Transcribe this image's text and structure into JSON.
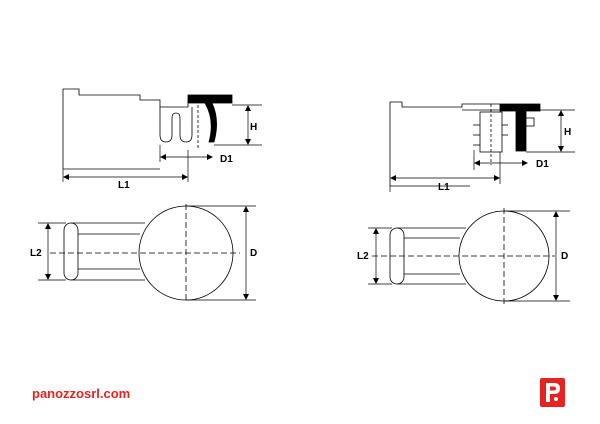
{
  "left_view": {
    "label_H": "H",
    "label_D1": "D1",
    "label_L1": "L1",
    "label_L2": "L2",
    "label_D": "D"
  },
  "right_view": {
    "label_H": "H",
    "label_D1": "D1",
    "label_L1": "L1",
    "label_L2": "L2",
    "label_D": "D"
  },
  "footer": {
    "website": "panozzosrl.com",
    "logo_letter": "P",
    "brand_color": "#e52421"
  },
  "icons": {
    "logo": "panozzo-p-logo-icon"
  }
}
